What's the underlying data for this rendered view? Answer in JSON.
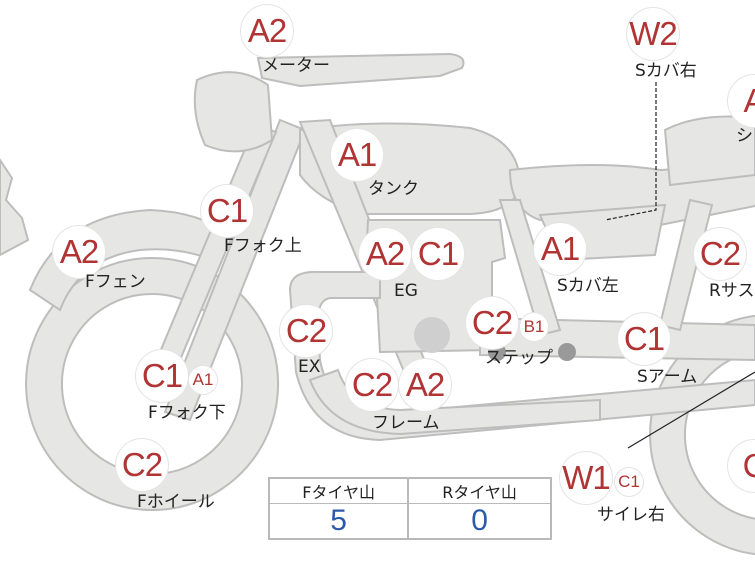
{
  "badges": [
    {
      "id": "meter-grade",
      "text": "A2"
    },
    {
      "id": "tank-grade",
      "text": "A1"
    },
    {
      "id": "ffork-upper-grade",
      "text": "C1"
    },
    {
      "id": "ffender-grade",
      "text": "A2"
    },
    {
      "id": "eg-grade-a",
      "text": "A2"
    },
    {
      "id": "eg-grade-b",
      "text": "C1"
    },
    {
      "id": "ex-grade",
      "text": "C2"
    },
    {
      "id": "ffork-lower-grade-a",
      "text": "C1"
    },
    {
      "id": "ffork-lower-grade-b",
      "text": "A1"
    },
    {
      "id": "fwheel-grade",
      "text": "C2"
    },
    {
      "id": "frame-grade-a",
      "text": "C2"
    },
    {
      "id": "frame-grade-b",
      "text": "A2"
    },
    {
      "id": "step-grade-a",
      "text": "C2"
    },
    {
      "id": "step-grade-b",
      "text": "B1"
    },
    {
      "id": "scover-left-grade",
      "text": "A1"
    },
    {
      "id": "sarm-grade",
      "text": "C1"
    },
    {
      "id": "scover-right-grade",
      "text": "W2"
    },
    {
      "id": "seat-grade",
      "text": "A"
    },
    {
      "id": "rsus-grade",
      "text": "C2"
    },
    {
      "id": "silencer-right-grade-a",
      "text": "W1"
    },
    {
      "id": "silencer-right-grade-b",
      "text": "C1"
    },
    {
      "id": "rwheel-grade",
      "text": "C"
    }
  ],
  "labels": [
    {
      "id": "meter",
      "text": "メーター"
    },
    {
      "id": "tank",
      "text": "タンク"
    },
    {
      "id": "ffork-upper",
      "text": "Fフォク上"
    },
    {
      "id": "ffender",
      "text": "Fフェン"
    },
    {
      "id": "eg",
      "text": "EG"
    },
    {
      "id": "ex",
      "text": "EX"
    },
    {
      "id": "ffork-lower",
      "text": "Fフォク下"
    },
    {
      "id": "fwheel",
      "text": "Fホイール"
    },
    {
      "id": "frame",
      "text": "フレーム"
    },
    {
      "id": "step",
      "text": "ステップ"
    },
    {
      "id": "scover-left",
      "text": "Sカバ左"
    },
    {
      "id": "sarm",
      "text": "Sアーム"
    },
    {
      "id": "scover-right",
      "text": "Sカバ右"
    },
    {
      "id": "seat",
      "text": "シ"
    },
    {
      "id": "rsus",
      "text": "Rサス"
    },
    {
      "id": "silencer-right",
      "text": "サイレ右"
    }
  ],
  "tire_table": {
    "front_header": "Fタイヤ山",
    "rear_header": "Rタイヤ山",
    "front_value": "5",
    "rear_value": "0"
  },
  "colors": {
    "badge_text": "#b03434",
    "bike_fill": "#e6e6e4",
    "bike_stroke": "#bdbdbd",
    "value_text": "#2b5aa8"
  }
}
